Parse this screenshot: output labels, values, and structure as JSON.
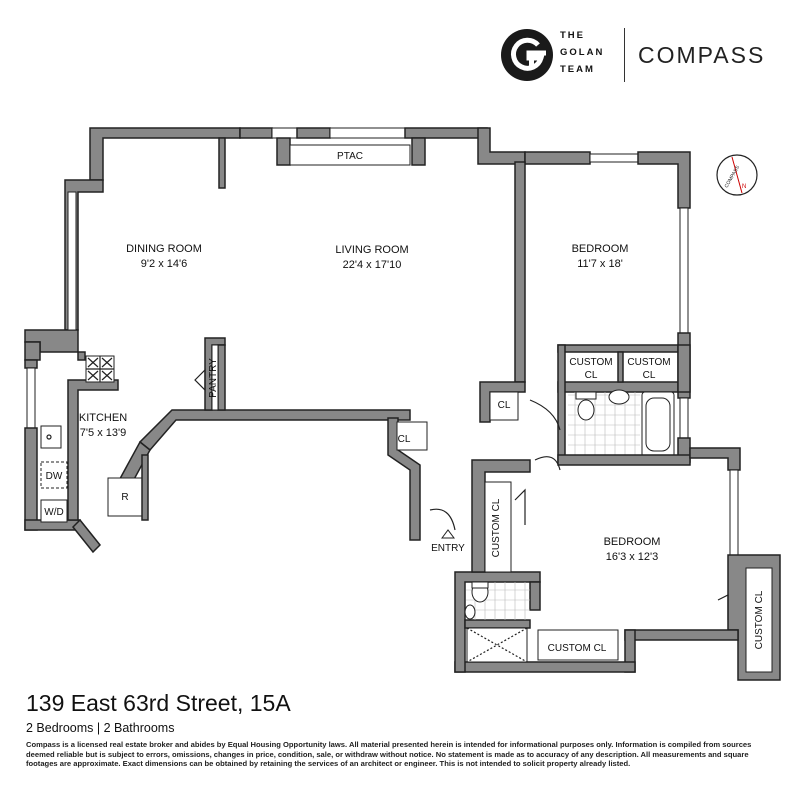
{
  "branding": {
    "team_lines": [
      "THE",
      "GOLAN",
      "TEAM"
    ],
    "brokerage": "COMPASS"
  },
  "listing": {
    "address": "139 East 63rd Street, 15A",
    "summary": "2 Bedrooms | 2 Bathrooms",
    "disclaimer": "Compass is a licensed real estate broker and abides by Equal Housing Opportunity laws. All material presented herein is intended for informational purposes only. Information is compiled from sources deemed reliable but is subject to errors, omissions, changes in price, condition, sale, or withdraw without notice. No statement is made as to accuracy of any description. All measurements and square footages are approximate. Exact dimensions can be obtained by retaining the services of an architect or engineer. This is not intended to solicit property already listed."
  },
  "rooms": {
    "dining": {
      "name": "DINING ROOM",
      "dims": "9'2 x 14'6"
    },
    "living": {
      "name": "LIVING ROOM",
      "dims": "22'4 x 17'10"
    },
    "bedroom1": {
      "name": "BEDROOM",
      "dims": "11'7 x 18'"
    },
    "kitchen": {
      "name": "KITCHEN",
      "dims": "7'5 x 13'9"
    },
    "bedroom2": {
      "name": "BEDROOM",
      "dims": "16'3 x 12'3"
    }
  },
  "labels": {
    "ptac": "PTAC",
    "pantry": "PANTRY",
    "custom_cl_a_1": "CUSTOM",
    "custom_cl_a_2": "CL",
    "custom_cl_b_1": "CUSTOM",
    "custom_cl_b_2": "CL",
    "cl_bedroom": "CL",
    "cl_entry": "CL",
    "dw": "DW",
    "wd": "W/D",
    "fridge": "R",
    "entry": "ENTRY",
    "custom_cl_vertical": "CUSTOM CL",
    "custom_cl_bottom": "CUSTOM CL",
    "custom_cl_right": "CUSTOM CL",
    "compass_rose": "COMPASS",
    "north": "N"
  }
}
